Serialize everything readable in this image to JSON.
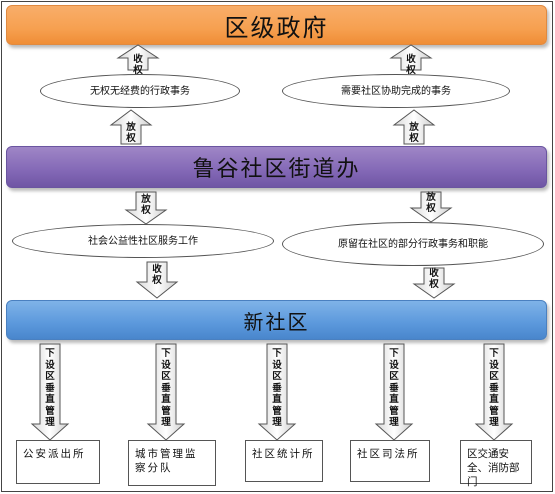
{
  "bands": {
    "government": "区级政府",
    "street_office": "鲁谷社区街道办",
    "new_community": "新社区"
  },
  "ellipses": {
    "no_power_no_fund": "无权无经费的行政事务",
    "needs_assistance": "需要社区协助完成的事务",
    "public_welfare": "社会公益性社区服务工作",
    "retained_admin": "原留在社区的部分行政事务和职能"
  },
  "arrow_labels": {
    "withdraw": "收权",
    "delegate": "放权"
  },
  "vertical_management": "下设区垂直管理",
  "units": [
    "公安派出所",
    "城市管理监察分队",
    "社区统计所",
    "社区司法所",
    "区交通安全、消防部门"
  ],
  "colors": {
    "government": "#f6a050",
    "street_office": "#8368b6",
    "new_community": "#5b98dc"
  }
}
